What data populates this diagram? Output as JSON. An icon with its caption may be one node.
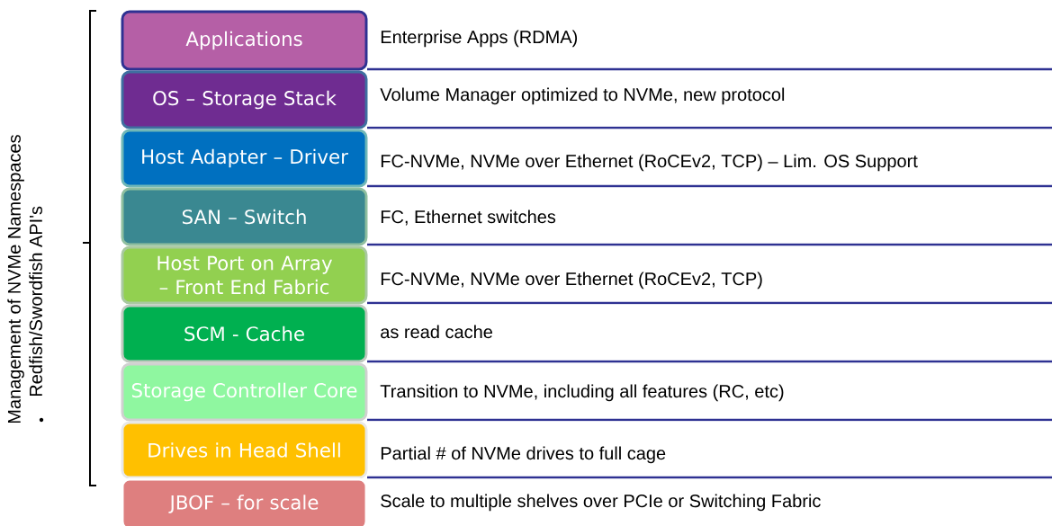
{
  "diagram": {
    "nodes": [
      {
        "text": [
          "Applications"
        ],
        "beside": [
          "Enterprise Apps (RDMA)"
        ]
      },
      {
        "text": [
          "OS – Storage Stack"
        ],
        "beside": [
          "Volume Manager optimized to NVMe, new protocol"
        ]
      },
      {
        "text": [
          "Host Adapter – Driver"
        ],
        "beside": [
          "FC-NVMe, NVMe over Ethernet (RoCEv2, TCP) – Lim. OS Support"
        ]
      },
      {
        "text": [
          "SAN – Switch"
        ],
        "beside": [
          "FC, Ethernet switches"
        ]
      },
      {
        "text": [
          "Host Port on Array – Front End Fabric"
        ],
        "beside": [
          "FC-NVMe, NVMe over Ethernet (RoCEv2, TCP)"
        ]
      },
      {
        "text": [
          "SCM - Cache"
        ],
        "beside": [
          "as read cache"
        ]
      },
      {
        "text": [
          "Storage Controller Core"
        ],
        "beside": [
          "Transition to NVMe, including all features (RC, etc)"
        ]
      },
      {
        "text": [
          "Drives in Head Shell"
        ],
        "beside": [
          "Partial # of NVMe drives to full cage"
        ]
      },
      {
        "text": [
          "JBOF – for scale"
        ],
        "beside": [
          "Scale to multiple shelves over PCIe or Switching Fabric"
        ]
      }
    ],
    "labels": [
      "Management of NVMe Namespaces",
      "Redfish/Swordfish API's"
    ]
  }
}
